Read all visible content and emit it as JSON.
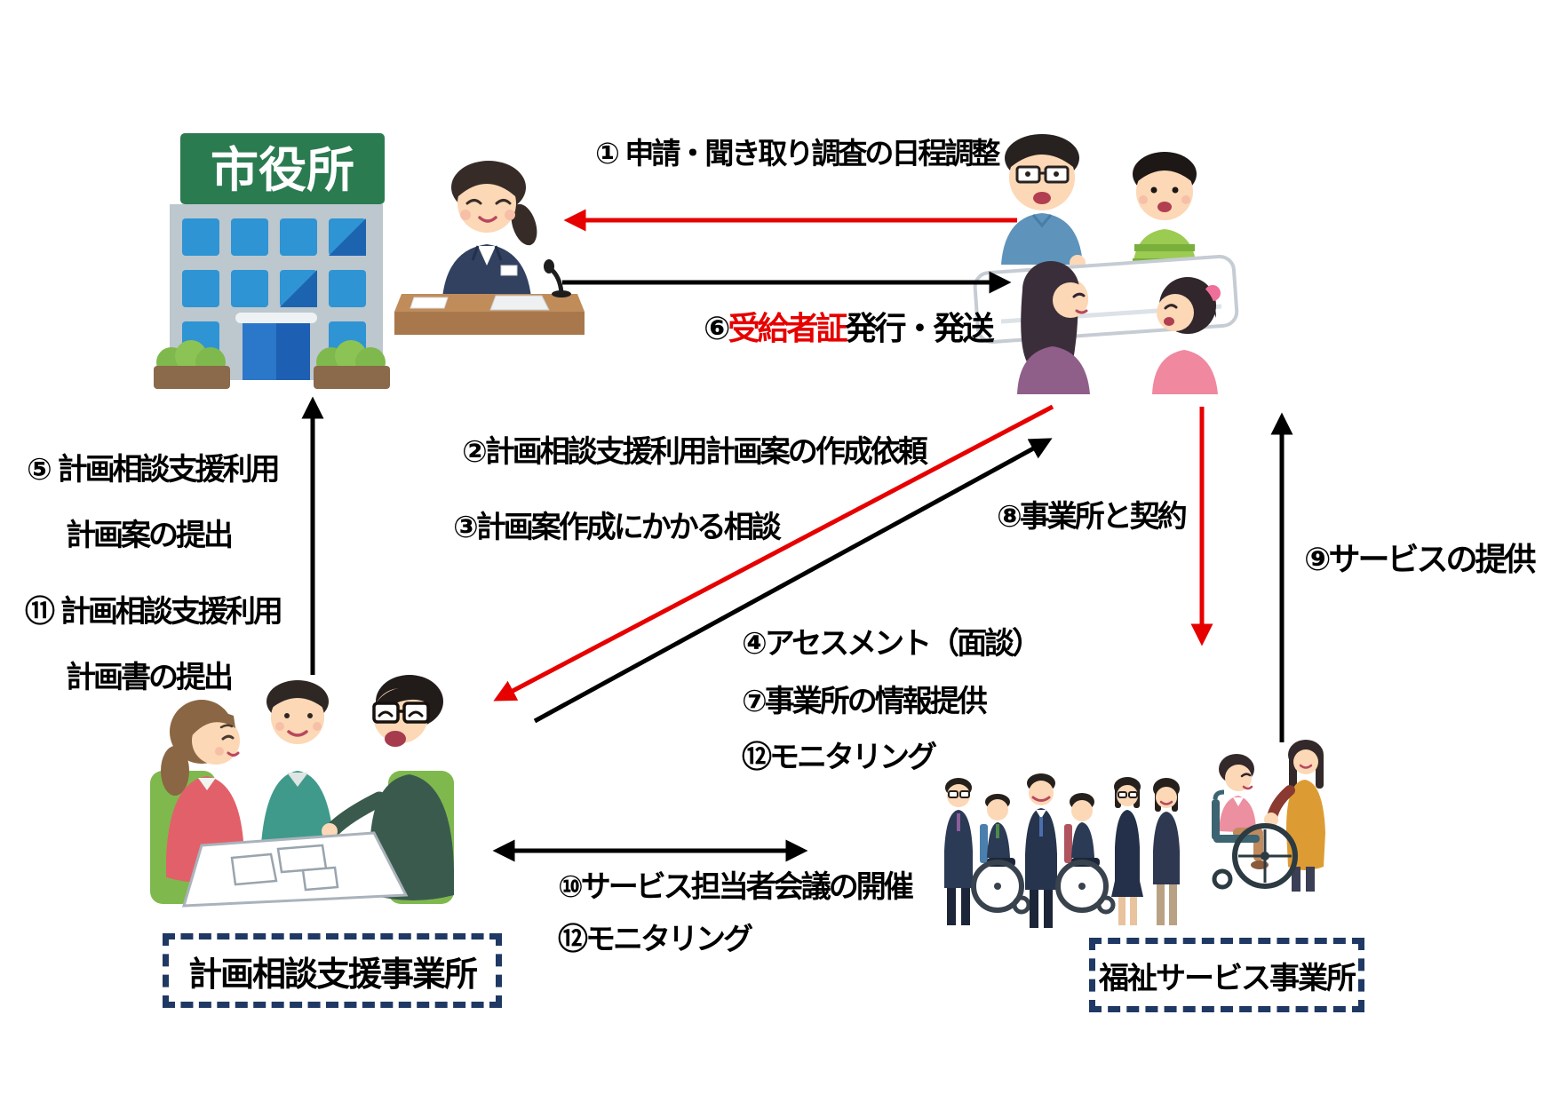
{
  "colors": {
    "accent_red": "#e60000",
    "line_black": "#000000",
    "box_navy": "#1f3864",
    "sign_green": "#2b7b51"
  },
  "city_hall": {
    "sign_text": "市役所"
  },
  "offices": {
    "consult_office_label": "計画相談支援事業所",
    "service_office_label": "福祉サービス事業所"
  },
  "steps": {
    "s1": "① 申請・聞き取り調査の日程調整",
    "s2": "②計画相談支援利用計画案の作成依頼",
    "s3": "③計画案作成にかかる相談",
    "s4": "④アセスメント（面談）",
    "s5a": "⑤ 計画相談支援利用",
    "s5b": "計画案の提出",
    "s6_num": "⑥",
    "s6_red": "受給者証",
    "s6_rest": "発行・発送",
    "s7": "⑦事業所の情報提供",
    "s8": "⑧事業所と契約",
    "s9": "⑨サービスの提供",
    "s10": "⑩サービス担当者会議の開催",
    "s11a": "⑪ 計画相談支援利用",
    "s11b": "計画書の提出",
    "s12a": "⑫モニタリング",
    "s12b": "⑫モニタリング"
  }
}
